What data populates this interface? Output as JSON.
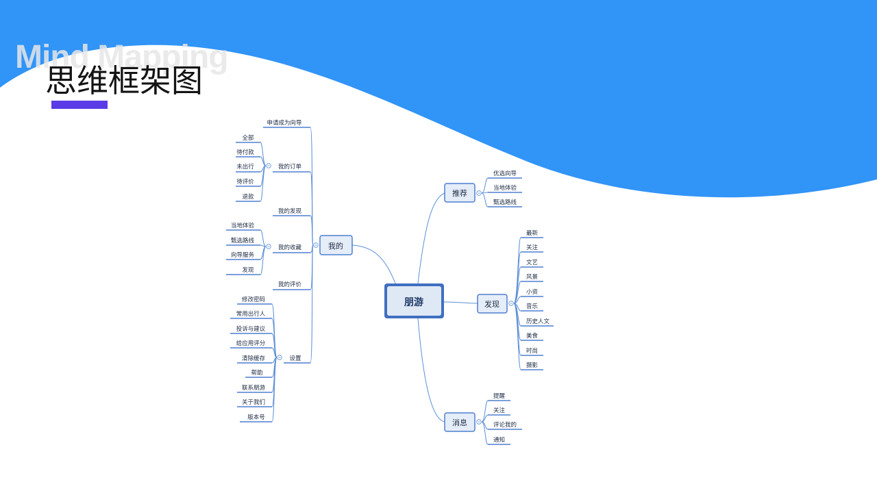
{
  "header": {
    "title_en": "Mind Mapping",
    "title_cn": "思维框架图"
  },
  "colors": {
    "wave": "#3194f7",
    "accent": "#5a3be6",
    "line": "#5b8fd6",
    "node_fill": "#e5edf8",
    "node_border": "#4d7fd0",
    "text": "#1d2b44"
  },
  "mindmap": {
    "root": "朋游",
    "branches": [
      {
        "label": "我的",
        "children": [
          {
            "label": "申请成为向导",
            "children": []
          },
          {
            "label": "我的订单",
            "children": [
              "全部",
              "待付款",
              "未出行",
              "待评价",
              "退款"
            ]
          },
          {
            "label": "我的发现",
            "children": []
          },
          {
            "label": "我的收藏",
            "children": [
              "当地体验",
              "甄选路线",
              "向导服务",
              "发现"
            ]
          },
          {
            "label": "我的评价",
            "children": []
          },
          {
            "label": "设置",
            "children": [
              "修改密码",
              "常用出行人",
              "投诉与建议",
              "给应用评分",
              "清除缓存",
              "帮助",
              "联系朋游",
              "关于我们",
              "版本号"
            ]
          }
        ]
      },
      {
        "label": "推荐",
        "children": [
          "优选向导",
          "当地体验",
          "甄选路线"
        ]
      },
      {
        "label": "发现",
        "children": [
          "最新",
          "关注",
          "文艺",
          "风景",
          "小资",
          "音乐",
          "历史人文",
          "美食",
          "时尚",
          "摄影"
        ]
      },
      {
        "label": "消息",
        "children": [
          "提醒",
          "关注",
          "评论我的",
          "通知"
        ]
      }
    ]
  }
}
